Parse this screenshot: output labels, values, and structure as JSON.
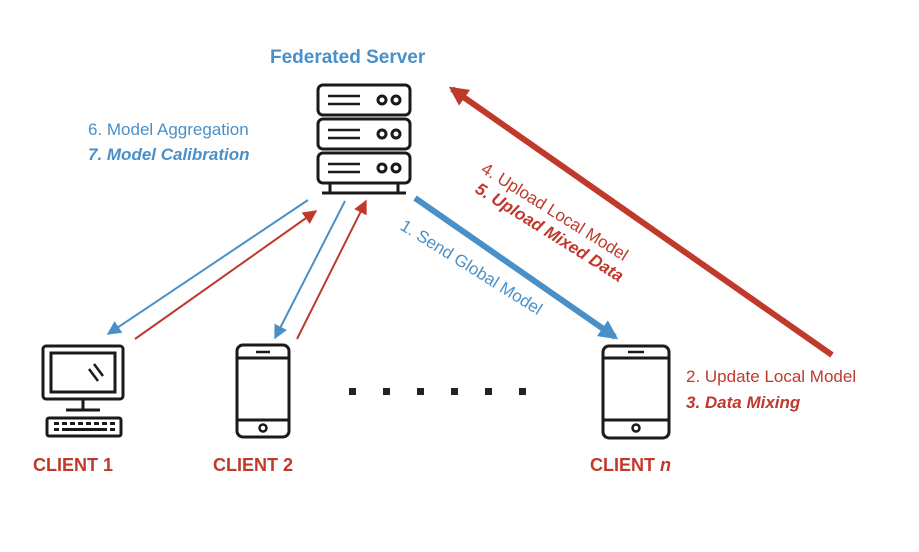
{
  "server": {
    "title": "Federated Server"
  },
  "labels": {
    "model_aggregation": "6. Model Aggregation",
    "model_calibration": "7. Model Calibration",
    "send_global_model": "1. Send Global Model",
    "update_local_model": "2. Update Local Model",
    "data_mixing": "3. Data Mixing",
    "upload_local_model": "4. Upload Local Model",
    "upload_mixed_data": "5. Upload Mixed Data"
  },
  "clients": [
    {
      "label": "CLIENT 1",
      "device": "desktop-icon"
    },
    {
      "label": "CLIENT 2",
      "device": "phone-icon"
    },
    {
      "label": "CLIENT ",
      "label_suffix": "n",
      "device": "tablet-icon"
    }
  ],
  "colors": {
    "blue": "#4a90c8",
    "red": "#c0392b",
    "icon": "#1a1a1a"
  }
}
